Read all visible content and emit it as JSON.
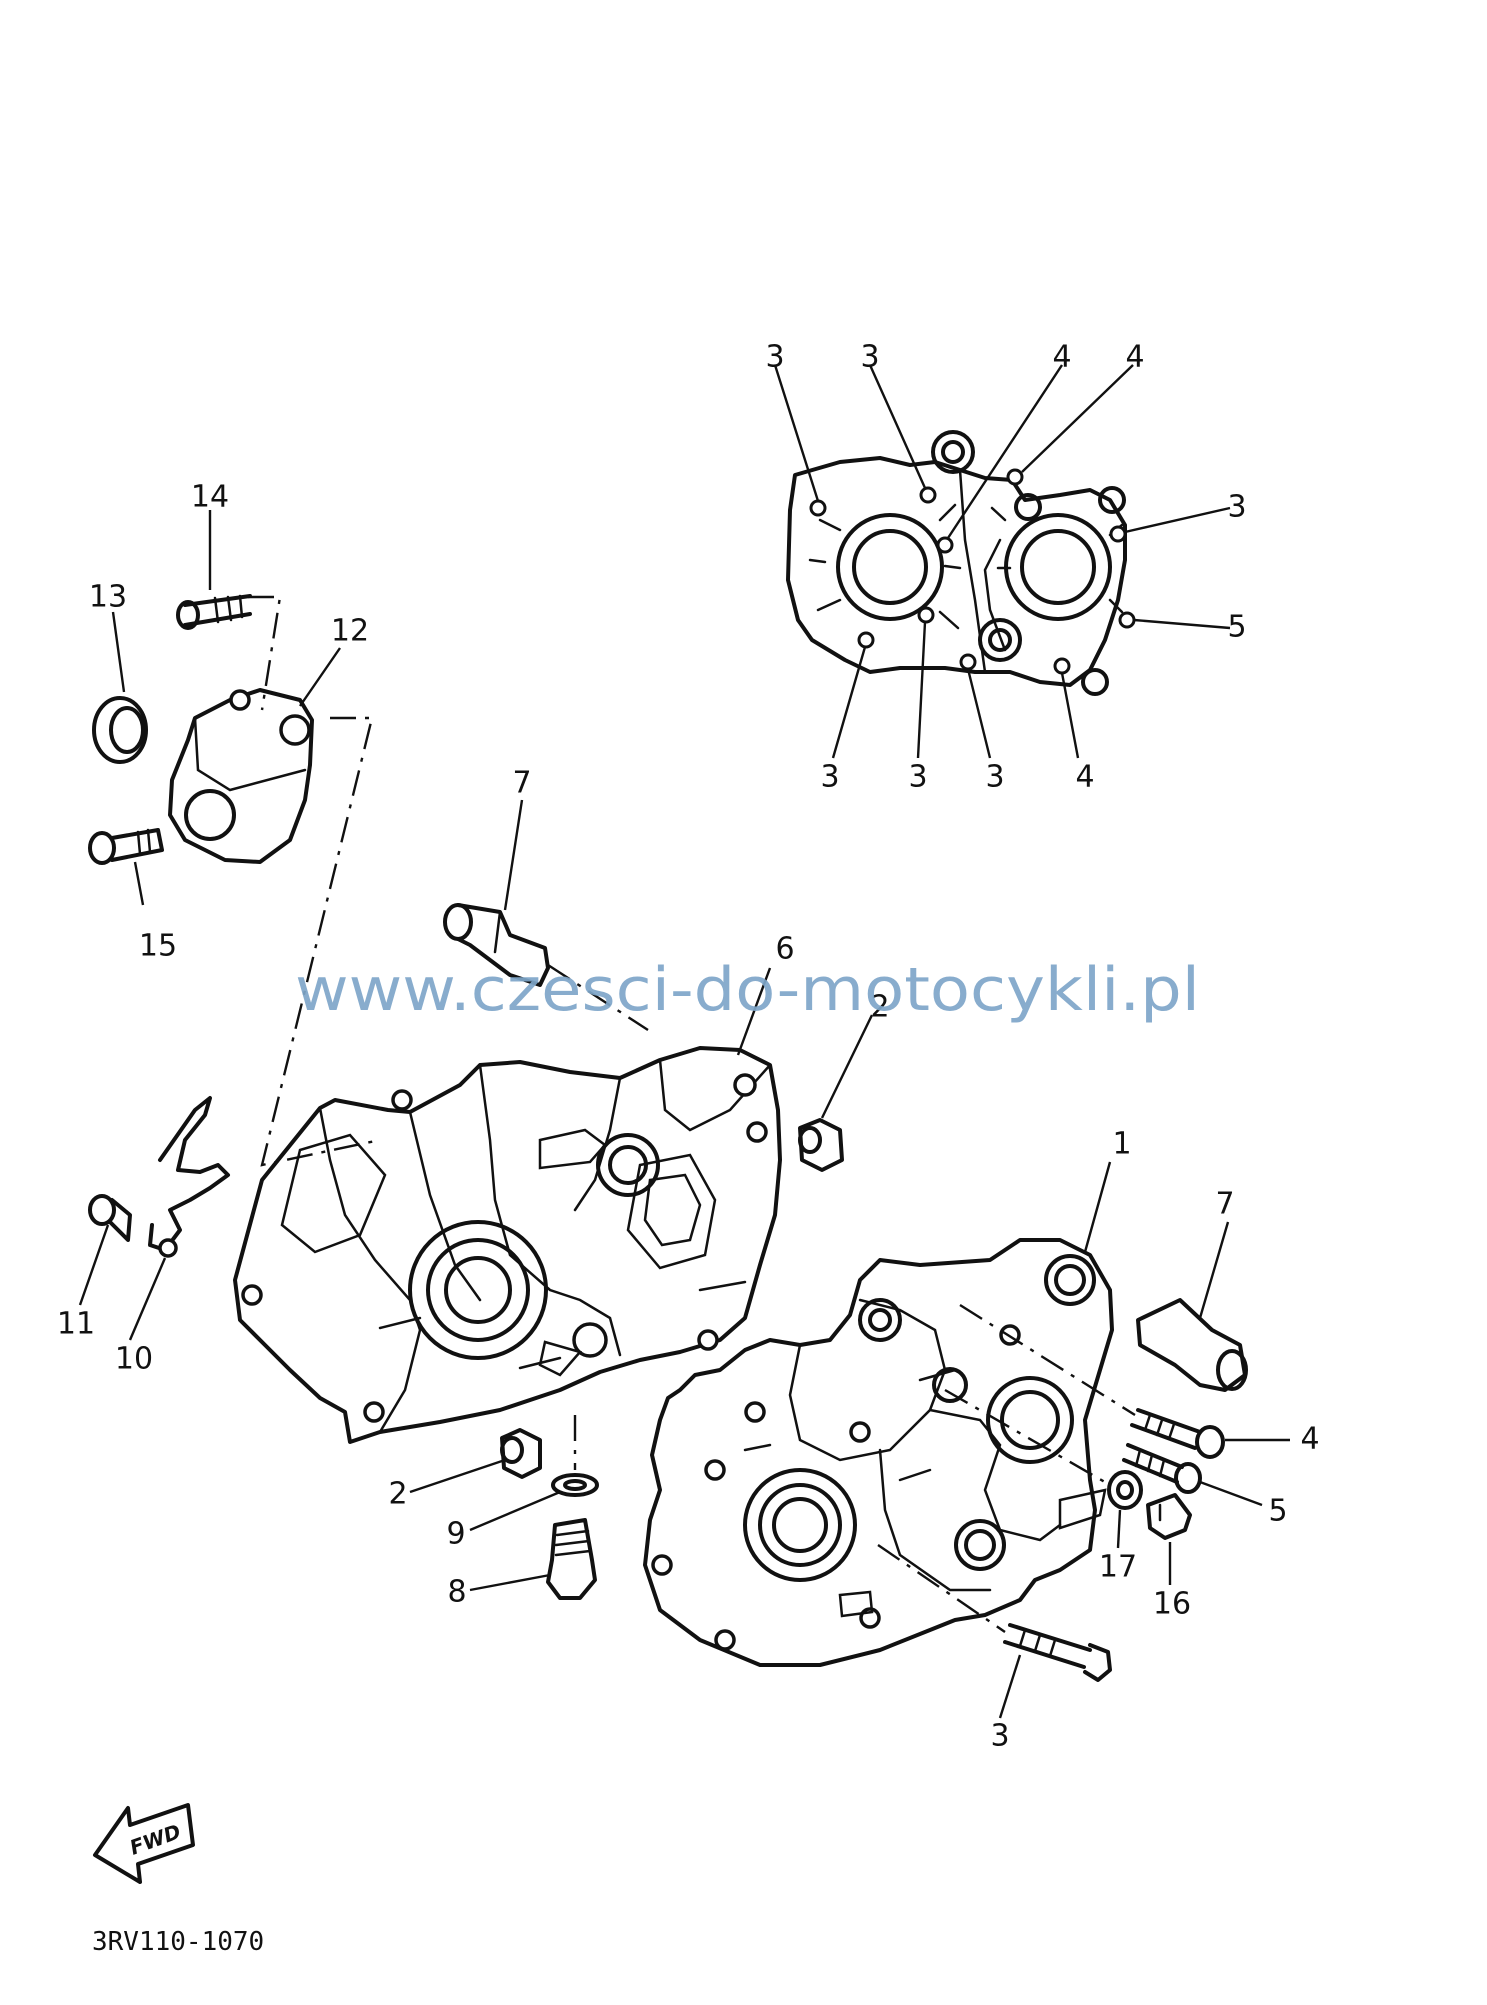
{
  "watermark": "www.czesci-do-motocykli.pl",
  "diagram_code": "3RV110-1070",
  "fwd_label": "FWD",
  "callouts": {
    "c1": "1",
    "c2a": "2",
    "c2b": "2",
    "c3a": "3",
    "c3b": "3",
    "c3c": "3",
    "c3d": "3",
    "c3e": "3",
    "c3f": "3",
    "c3g": "3",
    "c4a": "4",
    "c4b": "4",
    "c4c": "4",
    "c4d": "4",
    "c5a": "5",
    "c5b": "5",
    "c6": "6",
    "c7a": "7",
    "c7b": "7",
    "c8": "8",
    "c9": "9",
    "c10": "10",
    "c11": "11",
    "c12": "12",
    "c13": "13",
    "c14": "14",
    "c15": "15",
    "c16": "16",
    "c17": "17"
  }
}
